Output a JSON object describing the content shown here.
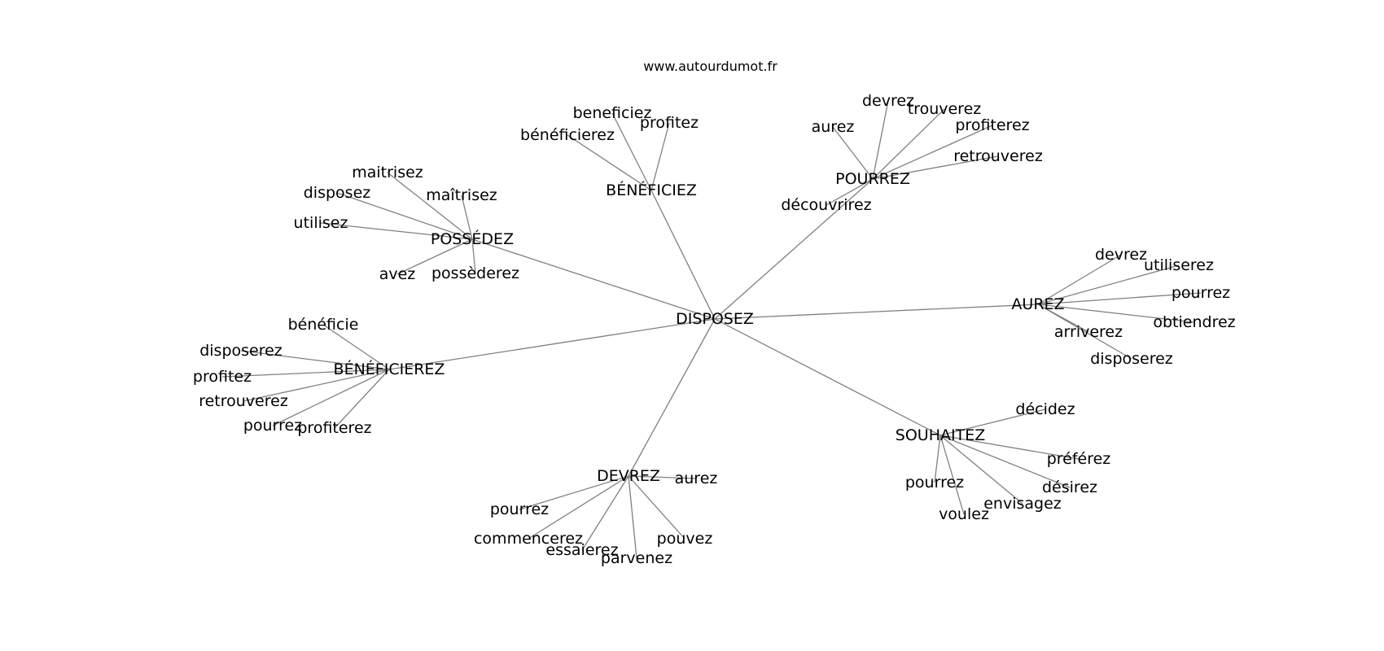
{
  "header": {
    "site": "www.autourdumot.fr"
  },
  "graph": {
    "root": "DISPOSEZ",
    "branches": [
      {
        "label": "POSSÉDEZ",
        "leaves": [
          "maitrisez",
          "disposez",
          "maîtrisez",
          "utilisez",
          "avez",
          "possèderez"
        ]
      },
      {
        "label": "BÉNÉFICIEZ",
        "leaves": [
          "beneficiez",
          "profitez",
          "bénéficierez"
        ]
      },
      {
        "label": "POURREZ",
        "leaves": [
          "devrez",
          "aurez",
          "trouverez",
          "profiterez",
          "retrouverez",
          "découvrirez"
        ]
      },
      {
        "label": "AUREZ",
        "leaves": [
          "devrez",
          "utiliserez",
          "pourrez",
          "obtiendrez",
          "arriverez",
          "disposerez"
        ]
      },
      {
        "label": "SOUHAITEZ",
        "leaves": [
          "décidez",
          "préférez",
          "désirez",
          "envisagez",
          "voulez",
          "pourrez"
        ]
      },
      {
        "label": "DEVREZ",
        "leaves": [
          "aurez",
          "pouvez",
          "parvenez",
          "essaierez",
          "commencerez",
          "pourrez"
        ]
      },
      {
        "label": "BÉNÉFICIEREZ",
        "leaves": [
          "bénéficie",
          "disposerez",
          "profitez",
          "retrouverez",
          "pourrez",
          "profiterez"
        ]
      }
    ]
  }
}
